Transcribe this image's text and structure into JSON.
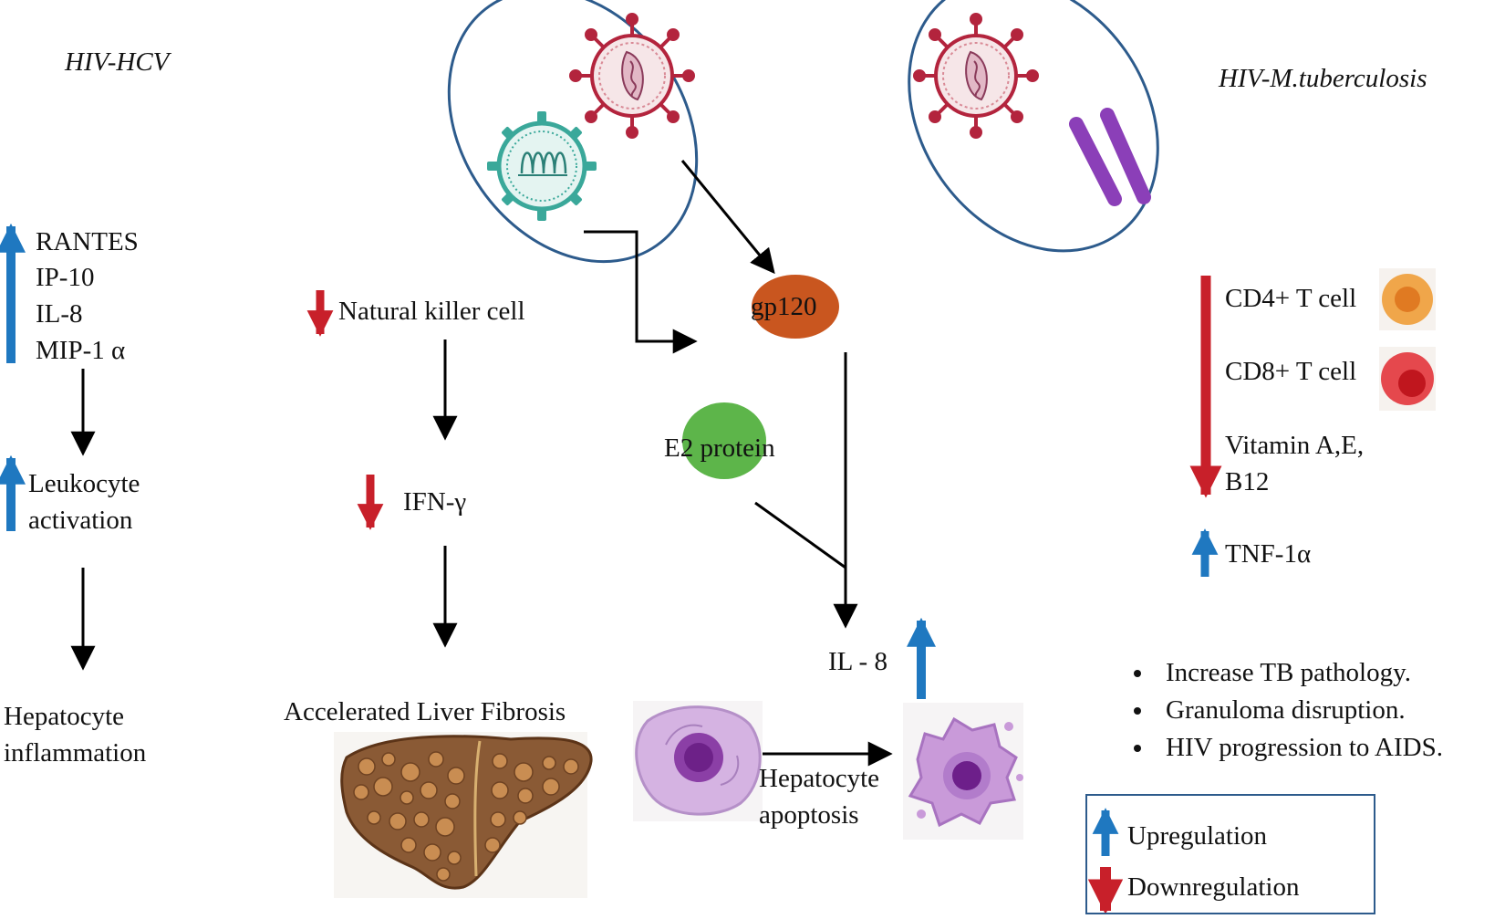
{
  "colors": {
    "up_arrow": "#1f78c0",
    "down_arrow": "#c8202a",
    "cell_border": "#2d5b8c",
    "gp120": "#c9561f",
    "e2": "#5db54a",
    "cd4": "#f0a64a",
    "cd8": "#e5484d",
    "hiv": "#b3243d",
    "hcv": "#3aa89a",
    "tb": "#8b3fb8",
    "liver": "#8a5a35",
    "hepatocyte": "#c99ad9"
  },
  "left": {
    "title": "HIV-HCV",
    "chemokines": [
      "RANTES",
      "IP-10",
      "IL-8",
      "MIP-1 α"
    ],
    "leukocyte": [
      "Leukocyte",
      "activation"
    ],
    "hepatocyte": [
      "Hepatocyte",
      "inflammation"
    ]
  },
  "center": {
    "nk_cell": "Natural killer cell",
    "ifn": "IFN-γ",
    "fibrosis": "Accelerated Liver Fibrosis",
    "gp120": "gp120",
    "e2": "E2 protein",
    "il8": "IL - 8",
    "apoptosis": [
      "Hepatocyte",
      "apoptosis"
    ]
  },
  "right": {
    "title": "HIV-M.tuberculosis",
    "cd4": "CD4+ T cell",
    "cd8": "CD8+ T cell",
    "vitamin": [
      "Vitamin A,E,",
      "B12"
    ],
    "tnf": "TNF-1α",
    "bullets": [
      "Increase TB pathology.",
      "Granuloma disruption.",
      "HIV progression to AIDS."
    ]
  },
  "legend": {
    "up": "Upregulation",
    "down": "Downregulation"
  }
}
